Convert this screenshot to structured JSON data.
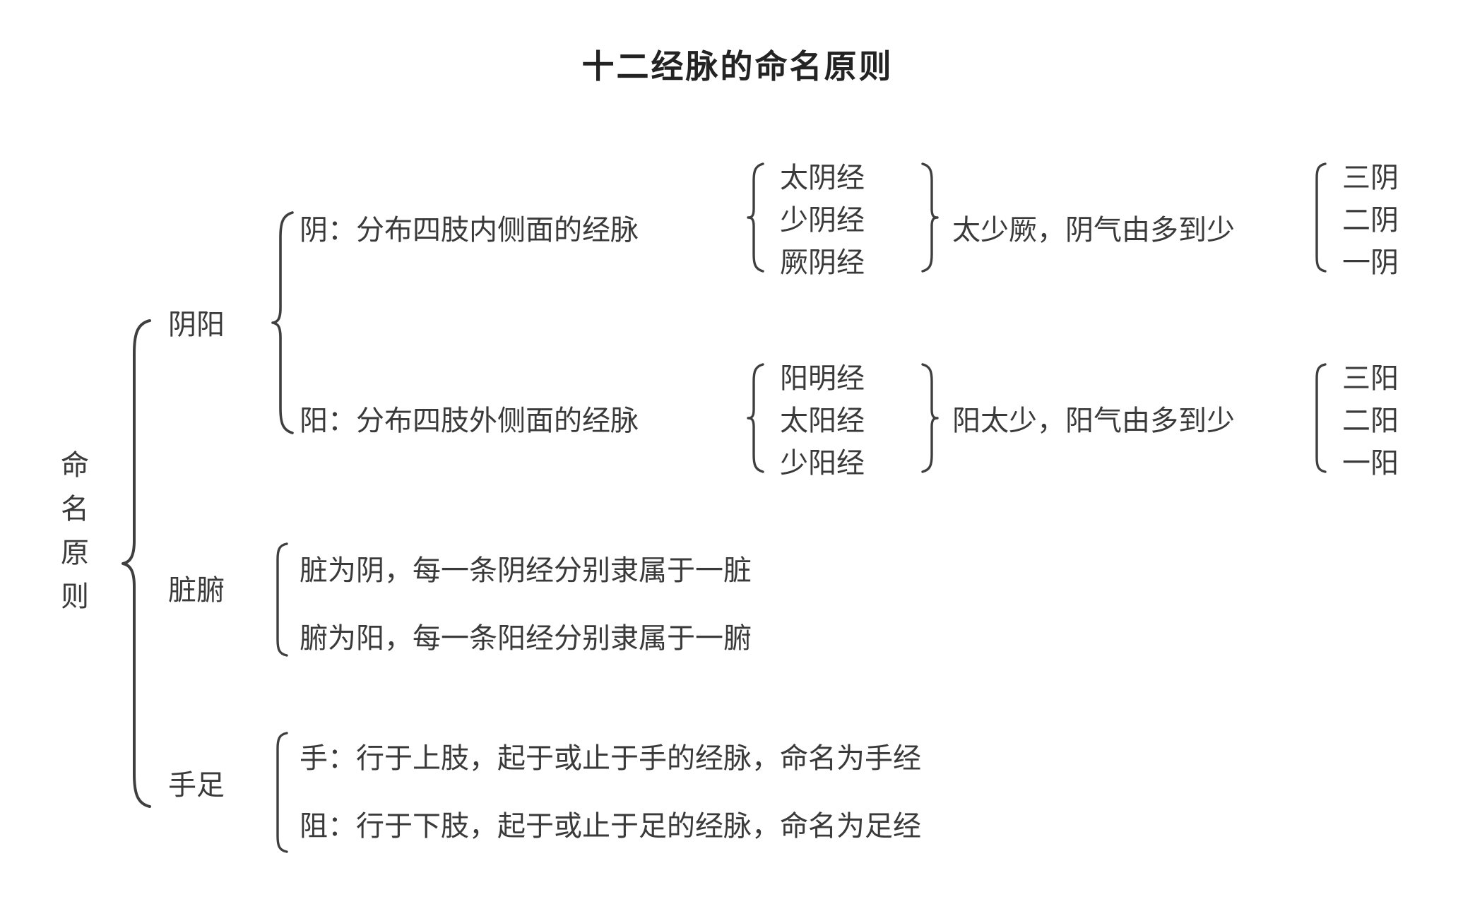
{
  "title": "十二经脉的命名原则",
  "root": {
    "label_chars": [
      "命",
      "名",
      "原",
      "则"
    ],
    "label_text": "命名原则"
  },
  "branches": [
    {
      "key": "yinyang",
      "label": "阴阳",
      "rows": [
        {
          "key": "yin",
          "description": "阴：分布四肢内侧面的经脉",
          "meridians": [
            "太阴经",
            "少阴经",
            "厥阴经"
          ],
          "order_note": "太少厥，阴气由多到少",
          "degrees": [
            "三阴",
            "二阴",
            "一阴"
          ]
        },
        {
          "key": "yang",
          "description": "阳：分布四肢外侧面的经脉",
          "meridians": [
            "阳明经",
            "太阳经",
            "少阳经"
          ],
          "order_note": "阳太少，阳气由多到少",
          "degrees": [
            "三阳",
            "二阳",
            "一阳"
          ]
        }
      ]
    },
    {
      "key": "zangfu",
      "label": "脏腑",
      "lines": [
        "脏为阴，每一条阴经分别隶属于一脏",
        "腑为阳，每一条阳经分别隶属于一腑"
      ]
    },
    {
      "key": "shouzu",
      "label": "手足",
      "lines": [
        "手：行于上肢，起于或止于手的经脉，命名为手经",
        "阻：行于下肢，起于或止于足的经脉，命名为足经"
      ]
    }
  ],
  "colors": {
    "background": "#ffffff",
    "text": "#3a3a3a",
    "title": "#232323",
    "stroke": "#3f3f3f"
  }
}
